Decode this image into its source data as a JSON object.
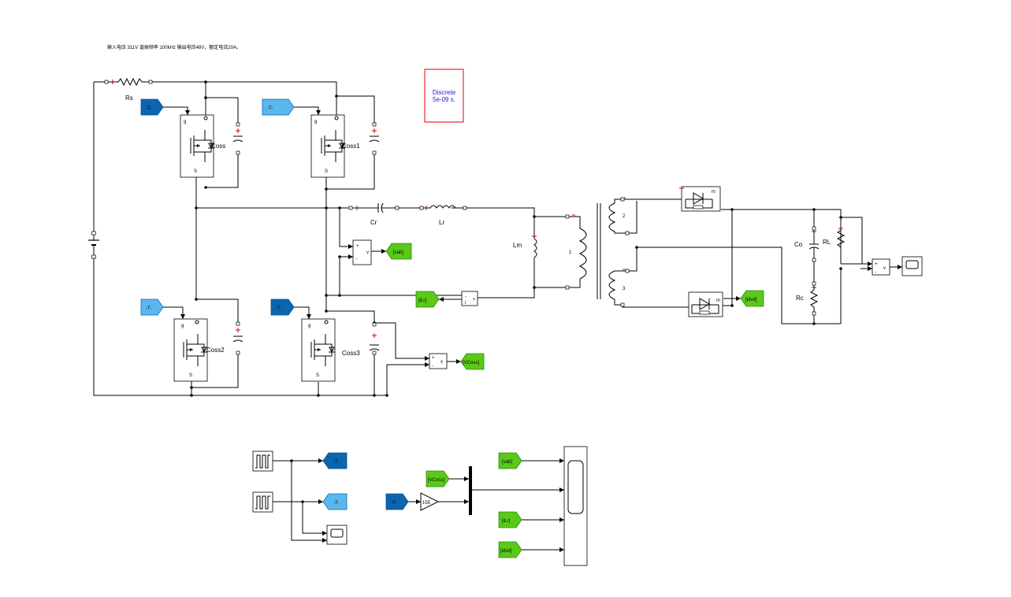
{
  "note": "输入电压 311V 谐振频率 100kHz  输出电压48V，额定电流20A。",
  "powergui": {
    "line1": "Discrete",
    "line2": "5e-09 s."
  },
  "components": {
    "Rs": "Rs",
    "Coss": "Coss",
    "Coss1": "Coss1",
    "Coss2": "Coss2",
    "Coss3": "Coss3",
    "Cr": "Cr",
    "Lr": "Lr",
    "Lm": "Lm",
    "Co": "Co",
    "Rc": "Rc",
    "RL": "RL",
    "w1": "1",
    "w2": "2",
    "w3": "3",
    "gain": "155"
  },
  "mosfet": {
    "g": "g",
    "s": "S"
  },
  "measure": {
    "plus": "+",
    "minus": "-",
    "v": "v",
    "i": "i",
    "m": "m"
  },
  "goto_from": {
    "T": "-T-",
    "vab": "[vab]",
    "iLr": "[iLr]",
    "idvd": "[idvd]",
    "VCoss": "[VCoss]"
  }
}
